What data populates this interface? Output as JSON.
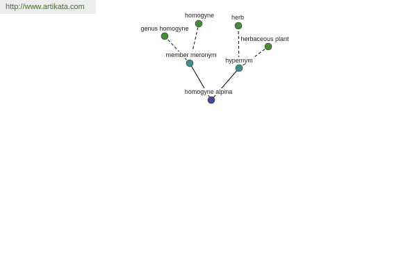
{
  "source": {
    "url": "http://www.artikata.com"
  },
  "graph": {
    "center": {
      "label": "homogyne alpina",
      "color": "#3e4a92"
    },
    "relations": [
      {
        "label": "member meronym",
        "color": "#3d8f8f",
        "targets": [
          {
            "label": "genus homogyne",
            "color": "#4a8a3c"
          },
          {
            "label": "homogyne",
            "color": "#4a8a3c"
          }
        ]
      },
      {
        "label": "hypernym",
        "color": "#3d8f8f",
        "targets": [
          {
            "label": "herb",
            "color": "#4a8a3c"
          },
          {
            "label": "herbaceous plant",
            "color": "#4a8a3c"
          }
        ]
      }
    ]
  }
}
